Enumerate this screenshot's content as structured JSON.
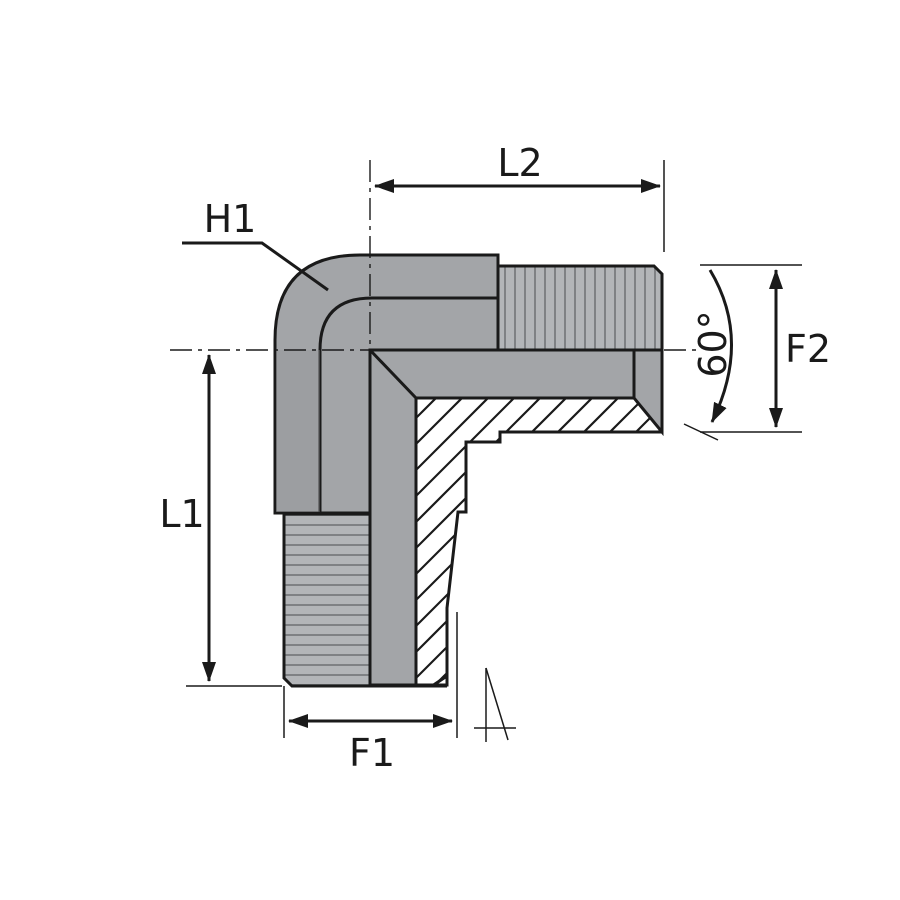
{
  "drawing": {
    "type": "technical-diagram",
    "subject": "elbow-fitting",
    "labels": {
      "l2": "L2",
      "h1": "H1",
      "l1": "L1",
      "f2": "F2",
      "f1": "F1",
      "angle": "60°"
    },
    "colors": {
      "body": "#a3a5a8",
      "body_shadow": "#8f9194",
      "thread": "#b0b2b5",
      "line": "#1a1a1a"
    }
  }
}
